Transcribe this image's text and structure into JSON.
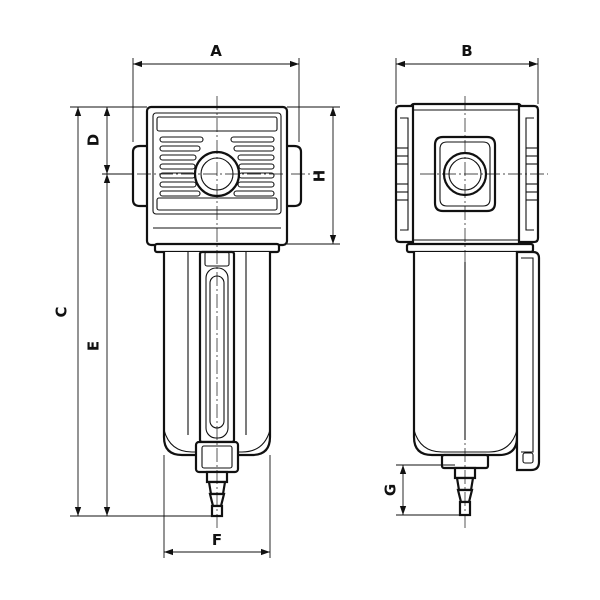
{
  "drawing": {
    "front_view": {
      "labels": {
        "a": "A",
        "c": "C",
        "d": "D",
        "e": "E",
        "f": "F",
        "h": "H"
      }
    },
    "side_view": {
      "labels": {
        "b": "B",
        "g": "G"
      }
    }
  }
}
